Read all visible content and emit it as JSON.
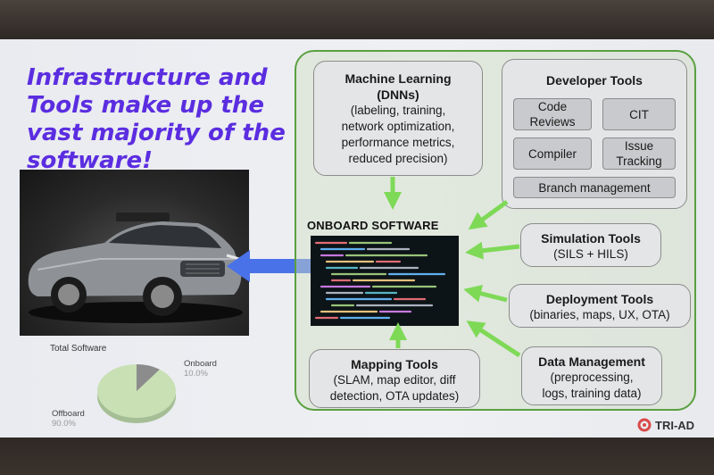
{
  "headline": {
    "lines": [
      "Infrastructure and",
      "Tools make up the",
      "vast majority of the",
      "software!"
    ]
  },
  "onboard": {
    "title": "ONBOARD SOFTWARE"
  },
  "ml": {
    "title_line1": "Machine Learning",
    "title_line2": "(DNNs)",
    "desc_line1": "(labeling, training,",
    "desc_line2": "network optimization,",
    "desc_line3": "performance metrics,",
    "desc_line4": "reduced precision)"
  },
  "devtools": {
    "title": "Developer Tools",
    "code_reviews_line1": "Code",
    "code_reviews_line2": "Reviews",
    "cit": "CIT",
    "compiler": "Compiler",
    "issue_line1": "Issue",
    "issue_line2": "Tracking",
    "branch": "Branch management"
  },
  "simulation": {
    "title": "Simulation Tools",
    "desc": "(SILS + HILS)"
  },
  "deployment": {
    "title": "Deployment Tools",
    "desc": "(binaries, maps, UX, OTA)"
  },
  "data_mgmt": {
    "title": "Data Management",
    "desc_line1": "(preprocessing,",
    "desc_line2": "logs, training data)"
  },
  "mapping": {
    "title": "Mapping Tools",
    "desc_line1": "(SLAM, map editor, diff",
    "desc_line2": "detection, OTA updates)"
  },
  "pie": {
    "title": "Total Software",
    "onboard_label": "Onboard",
    "onboard_pct": "10.0%",
    "offboard_label": "Offboard",
    "offboard_pct": "90.0%",
    "onboard_value": 10.0,
    "offboard_value": 90.0,
    "onboard_color": "#8c8c8c",
    "offboard_color": "#c8e0b4"
  },
  "logo": {
    "text": "TRI-AD",
    "color": "#d94a4a"
  },
  "colors": {
    "headline": "#5b2de0",
    "arrow_green": "#7ed957",
    "arrow_blue": "#4a72e8",
    "group_border": "#5aa040"
  }
}
